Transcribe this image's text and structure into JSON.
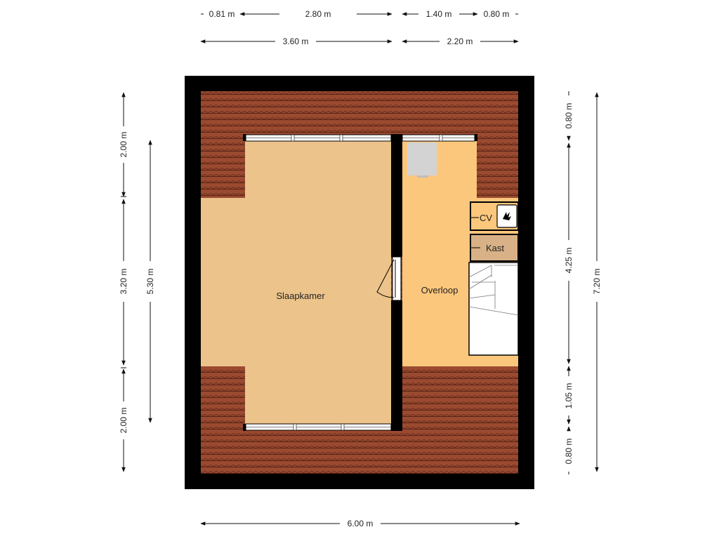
{
  "colors": {
    "wall": "#000000",
    "roof_tile": "#9a4a30",
    "roof_line": "#5a2415",
    "slaapkamer_floor": "#ecc38a",
    "overloop_floor": "#fbc77c",
    "kast_floor": "#d8b286",
    "stairs": "#ffffff",
    "appliance": "#d3d3d3",
    "dimension_line": "#111111"
  },
  "rooms": {
    "slaapkamer": "Slaapkamer",
    "overloop": "Overloop",
    "cv": "CV",
    "kast": "Kast"
  },
  "icons": {
    "boiler": "flame-icon"
  },
  "dimensions": {
    "top_row_1": [
      "0.81 m",
      "2.80 m",
      "1.40 m",
      "0.80 m"
    ],
    "top_row_2": [
      "3.60 m",
      "2.20 m"
    ],
    "bottom": "6.00 m",
    "left_outer": [
      "2.00 m",
      "3.20 m",
      "2.00 m"
    ],
    "left_inner": "5.30 m",
    "right_inner": [
      "0.80 m",
      "4.25 m",
      "1.05 m",
      "0.80 m"
    ],
    "right_outer": "7.20 m"
  }
}
